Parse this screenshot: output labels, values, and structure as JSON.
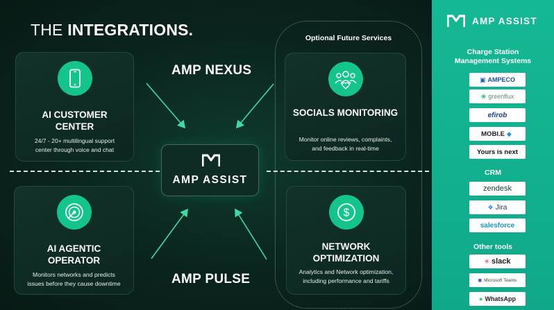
{
  "title": {
    "light": "THE",
    "bold": "INTEGRATIONS."
  },
  "zones": {
    "top": "AMP NEXUS",
    "bottom": "AMP PULSE"
  },
  "center": {
    "name": "AMP ASSIST"
  },
  "future": {
    "label": "Optional Future Services"
  },
  "cards": {
    "customer": {
      "title_line1": "AI CUSTOMER",
      "title_line2": "CENTER",
      "desc_line1": "24/7  - 20+ multilingual support",
      "desc_line2": "center through voice and chat",
      "icon": "smartphone-icon"
    },
    "socials": {
      "title_line1": "SOCIALS MONITORING",
      "desc_line1": "Monitor online reviews, complaints,",
      "desc_line2": "and feedback in real-time",
      "icon": "people-group-icon"
    },
    "operator": {
      "title_line1": "AI AGENTIC",
      "title_line2": "OPERATOR",
      "desc_line1": "Monitors networks and predicts",
      "desc_line2": "issues before they cause downtime",
      "icon": "radar-icon"
    },
    "network": {
      "title_line1": "NETWORK",
      "title_line2": "OPTIMIZATION",
      "desc_line1": "Analytics and Network optimization,",
      "desc_line2": "including performance and tariffs",
      "icon": "dollar-coin-icon"
    }
  },
  "sidebar": {
    "brand": "AMP ASSIST",
    "charge_heading_line1": "Charge Station",
    "charge_heading_line2": "Management Systems",
    "charge_items": [
      "AMPECO",
      "greenflux",
      "efirob",
      "MOBI.E",
      "Yours is next"
    ],
    "crm_heading": "CRM",
    "crm_items": [
      "zendesk",
      "Jira",
      "salesforce"
    ],
    "other_heading": "Other tools",
    "other_items": [
      "slack",
      "Microsoft Teams",
      "WhatsApp"
    ]
  },
  "colors": {
    "accent": "#13c58c",
    "sidebar": "#13b391",
    "background": "#0a241d"
  }
}
